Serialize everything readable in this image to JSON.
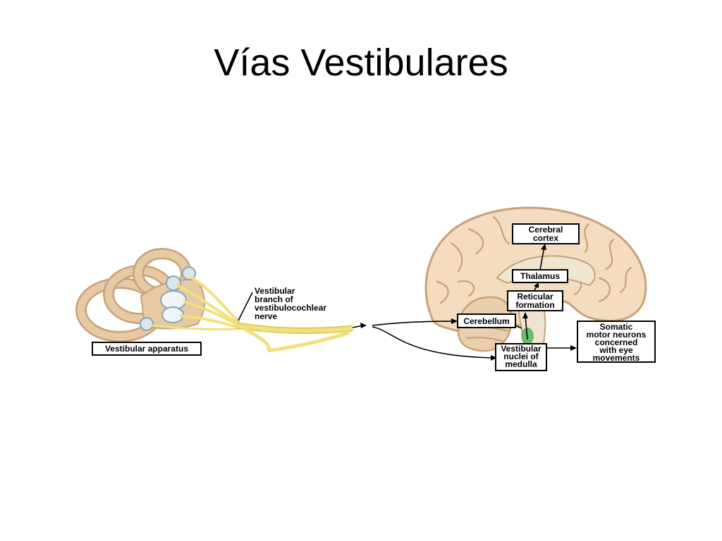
{
  "slide": {
    "title": "Vías Vestibulares"
  },
  "labels": {
    "vestibular_apparatus": "Vestibular apparatus",
    "nerve_line1": "Vestibular",
    "nerve_line2": "branch of",
    "nerve_line3": "vestibulocochlear",
    "nerve_line4": "nerve",
    "cerebral_line1": "Cerebral",
    "cerebral_line2": "cortex",
    "thalamus": "Thalamus",
    "reticular_line1": "Reticular",
    "reticular_line2": "formation",
    "cerebellum": "Cerebellum",
    "vestibular_nuclei_line1": "Vestibular",
    "vestibular_nuclei_line2": "nuclei of",
    "vestibular_nuclei_line3": "medulla",
    "somatic_line1": "Somatic",
    "somatic_line2": "motor neurons",
    "somatic_line3": "concerned",
    "somatic_line4": "with eye",
    "somatic_line5": "movements"
  },
  "colors": {
    "bone": "#e7c9a3",
    "bone_shade": "#c9a07a",
    "nerve": "#f2e07a",
    "brain": "#f3dcbf",
    "nucleus": "#55b85a"
  }
}
